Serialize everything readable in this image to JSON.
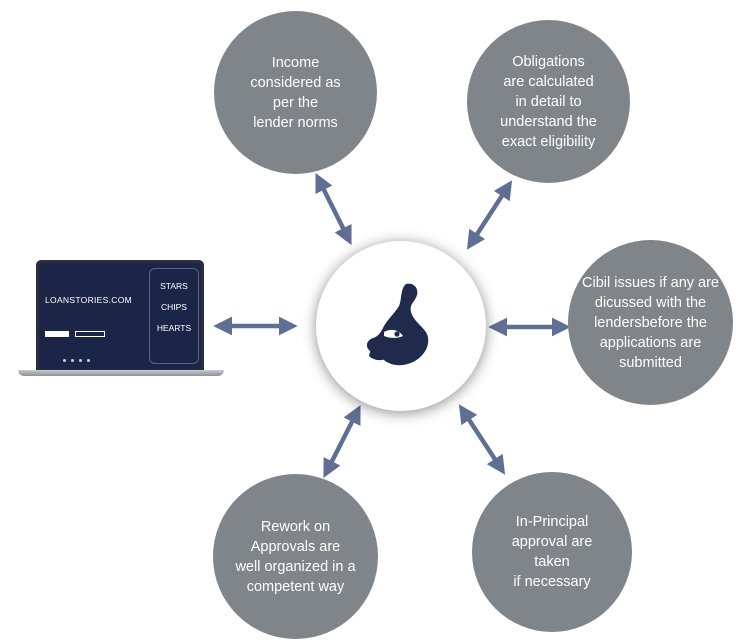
{
  "colors": {
    "bubble": "#7f8589",
    "arrow": "#5f6f93",
    "logo": "#1f2a4c",
    "screen": "#1b2547"
  },
  "center": {
    "icon": "elephant-head-logo-icon"
  },
  "bubbles": {
    "income": "Income\nconsidered as\nper the\nlender norms",
    "obligations": "Obligations\nare calculated\nin detail to\nunderstand the\nexact eligibility",
    "cibil": "Cibil issues if any are\ndicussed with the\nlendersbefore the\napplications are\nsubmitted",
    "in_principal": "In-Principal\napproval are taken\nif necessary",
    "rework": "Rework on\nApprovals are\nwell organized in a\ncompetent way"
  },
  "laptop": {
    "brand": "LOANSTORIES.COM",
    "phone_items": [
      "STARS",
      "CHIPS",
      "HEARTS"
    ]
  }
}
